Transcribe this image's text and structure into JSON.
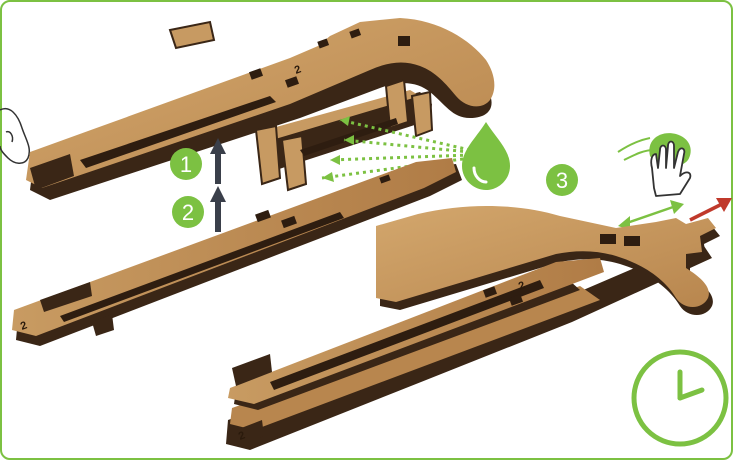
{
  "steps": [
    {
      "number": "1"
    },
    {
      "number": "2"
    },
    {
      "number": "3"
    }
  ],
  "piece_labels": {
    "top_piece": "2",
    "middle_piece": "2",
    "assembled_piece": "2",
    "assembled_bottom": "2"
  },
  "icons": {
    "hand_icon": "hand-outline-icon",
    "glue_drop": "water-drop-icon",
    "wipe_cloth": "glove-with-cloth-icon",
    "clock": "clock-icon",
    "arrow_up": "arrow-up-icon",
    "double_arrow": "double-arrow-icon",
    "red_arrow": "red-arrow-icon"
  },
  "colors": {
    "accent_green": "#7cc142",
    "wood_face": "#c79a62",
    "wood_dark": "#3a2616",
    "slot_dark": "#2e1d10",
    "arrow_red": "#c0392b",
    "arrow_dark": "#3a3f4a"
  }
}
